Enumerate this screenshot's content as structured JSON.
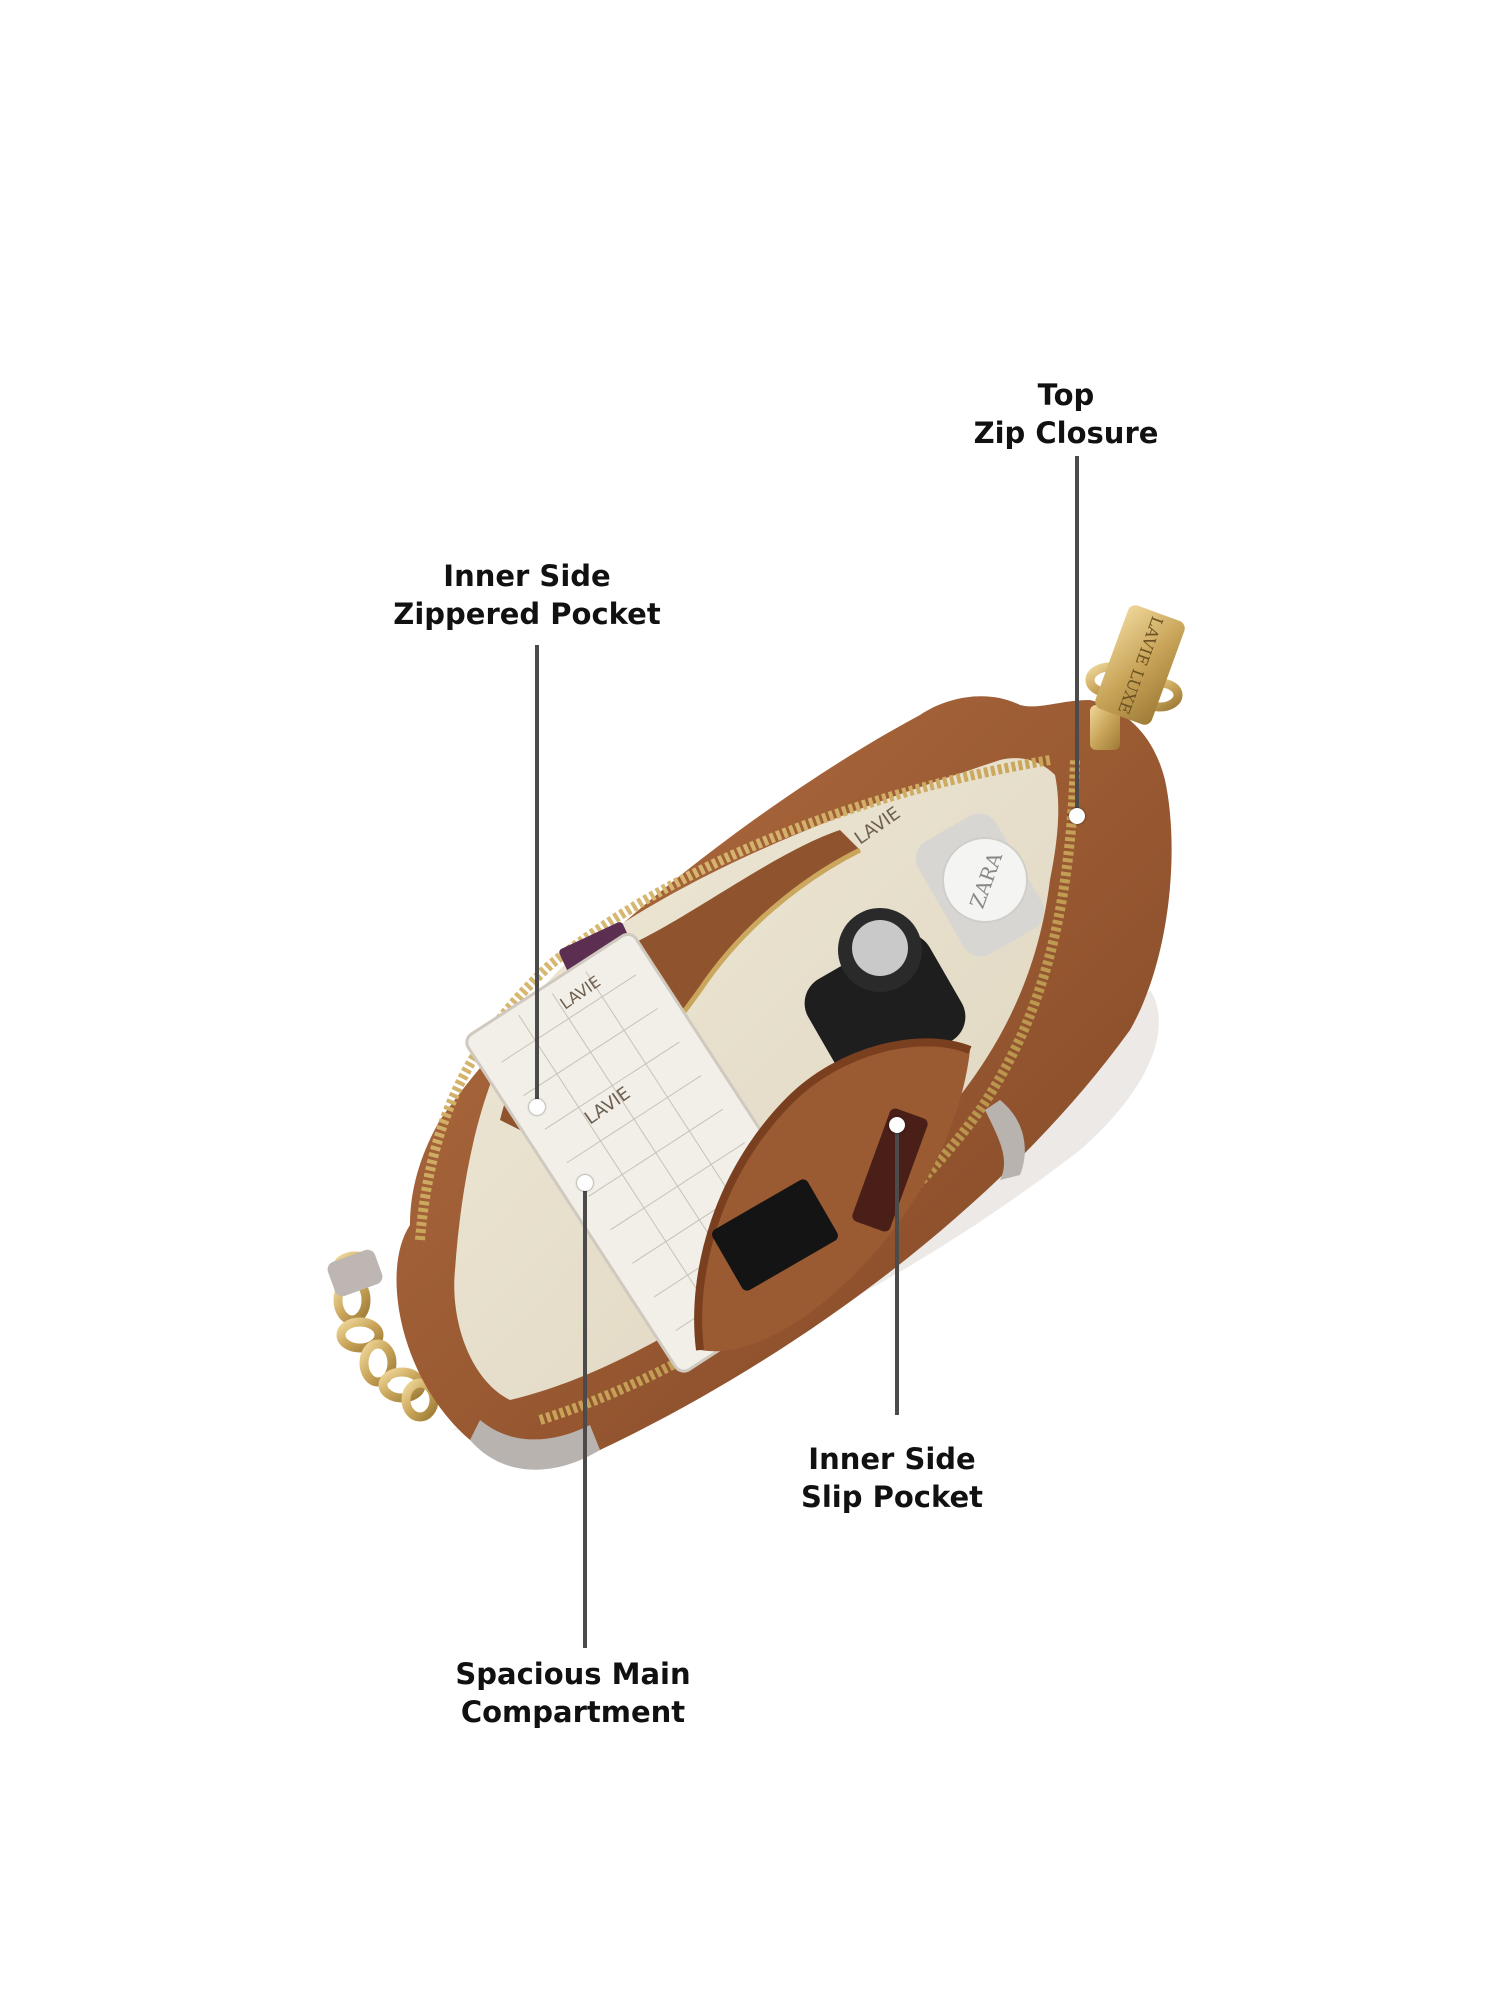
{
  "callouts": {
    "top_zip": {
      "line1": "Top",
      "line2": "Zip Closure"
    },
    "zippered_pocket": {
      "line1": "Inner Side",
      "line2": "Zippered Pocket"
    },
    "slip_pocket": {
      "line1": "Inner Side",
      "line2": "Slip Pocket"
    },
    "main_compartment": {
      "line1": "Spacious Main",
      "line2": "Compartment"
    }
  },
  "bag": {
    "lining_print_text": "LAVIE",
    "tag_text": "LAVIE LUXE",
    "bottle_text": "ZARA"
  },
  "colors": {
    "leather": "#9a5a32",
    "lining": "#e9e2cf",
    "zipper_gold": "#c9a55a",
    "leader_line": "#4b4b4b"
  }
}
